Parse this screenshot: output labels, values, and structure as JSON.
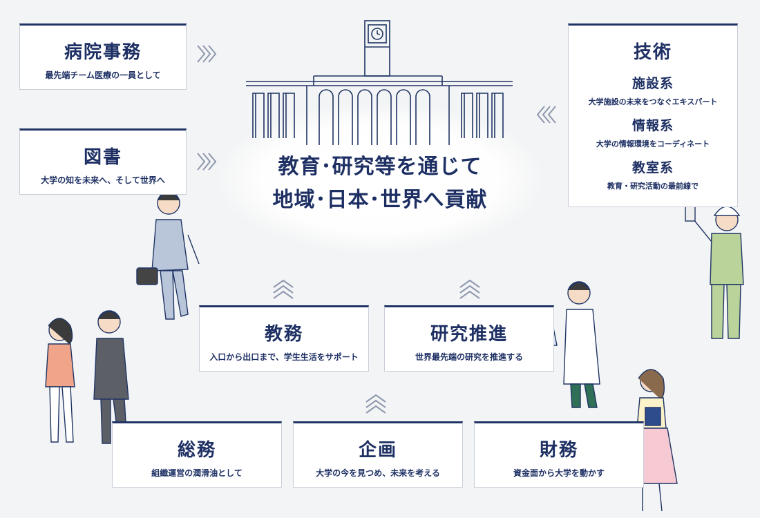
{
  "center": {
    "line1": "教育･研究等を通じて",
    "line2": "地域･日本･世界へ貢献"
  },
  "byoin": {
    "title": "病院事務",
    "subtitle": "最先端チーム医療の一員として"
  },
  "tosho": {
    "title": "図書",
    "subtitle": "大学の知を未来へ、そして世界へ"
  },
  "gijutsu": {
    "title": "技術",
    "items": [
      {
        "title": "施設系",
        "subtitle": "大学施設の未来をつなぐエキスパート"
      },
      {
        "title": "情報系",
        "subtitle": "大学の情報環境をコーディネート"
      },
      {
        "title": "教室系",
        "subtitle": "教育・研究活動の最前線で"
      }
    ]
  },
  "kyomu": {
    "title": "教務",
    "subtitle": "入口から出口まで、学生生活をサポート"
  },
  "kenkyu": {
    "title": "研究推進",
    "subtitle": "世界最先端の研究を推進する"
  },
  "somu": {
    "title": "総務",
    "subtitle": "組織運営の潤滑油として"
  },
  "kikaku": {
    "title": "企画",
    "subtitle": "大学の今を見つめ、未来を考える"
  },
  "zaimu": {
    "title": "財務",
    "subtitle": "資金面から大学を動かす"
  },
  "colors": {
    "navy": "#1f3464",
    "background": "#f3f4f5",
    "chevron": "#8d97ad"
  },
  "icons": [
    "clock-tower-building-icon",
    "chevron-right-icon",
    "chevron-left-icon",
    "chevron-up-icon"
  ]
}
